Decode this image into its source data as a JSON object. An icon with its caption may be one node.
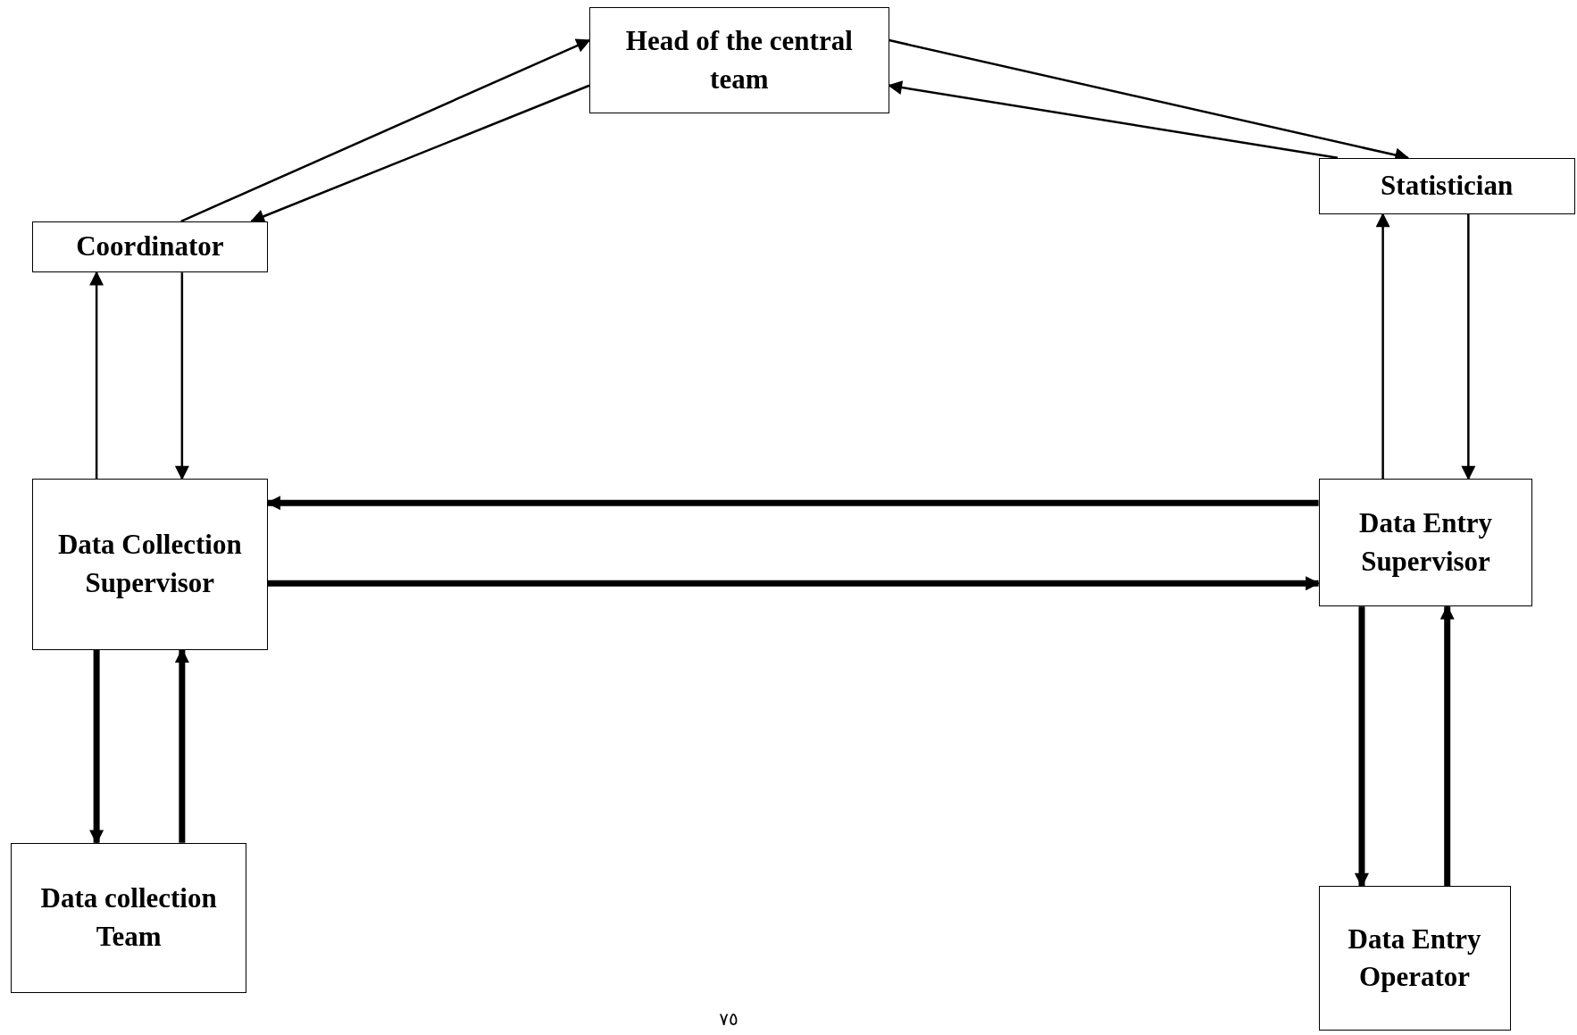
{
  "diagram": {
    "nodes": [
      {
        "text": [
          "Head of the central team"
        ]
      },
      {
        "text": [
          "Coordinator"
        ]
      },
      {
        "text": [
          "Statistician"
        ]
      },
      {
        "text": [
          "Data Collection Supervisor"
        ]
      },
      {
        "text": [
          "Data Entry Supervisor"
        ]
      },
      {
        "text": [
          "Data collection Team"
        ]
      },
      {
        "text": [
          "Data Entry Operator"
        ]
      }
    ],
    "edges": [
      {
        "from": 1,
        "to": 0,
        "arrow": "to"
      },
      {
        "from": 0,
        "to": 1,
        "arrow": "to"
      },
      {
        "from": 0,
        "to": 2,
        "arrow": "to"
      },
      {
        "from": 2,
        "to": 0,
        "arrow": "to"
      },
      {
        "from": 3,
        "to": 1,
        "arrow": "to"
      },
      {
        "from": 1,
        "to": 3,
        "arrow": "to"
      },
      {
        "from": 4,
        "to": 2,
        "arrow": "to"
      },
      {
        "from": 2,
        "to": 4,
        "arrow": "to"
      },
      {
        "from": 4,
        "to": 3,
        "arrow": "to",
        "style": "thick"
      },
      {
        "from": 3,
        "to": 4,
        "arrow": "to",
        "style": "thick"
      },
      {
        "from": 3,
        "to": 5,
        "arrow": "to",
        "style": "thick"
      },
      {
        "from": 5,
        "to": 3,
        "arrow": "to",
        "style": "thick"
      },
      {
        "from": 4,
        "to": 6,
        "arrow": "to",
        "style": "thick"
      },
      {
        "from": 6,
        "to": 4,
        "arrow": "to",
        "style": "thick"
      }
    ],
    "labels": [
      "٧٥"
    ]
  }
}
